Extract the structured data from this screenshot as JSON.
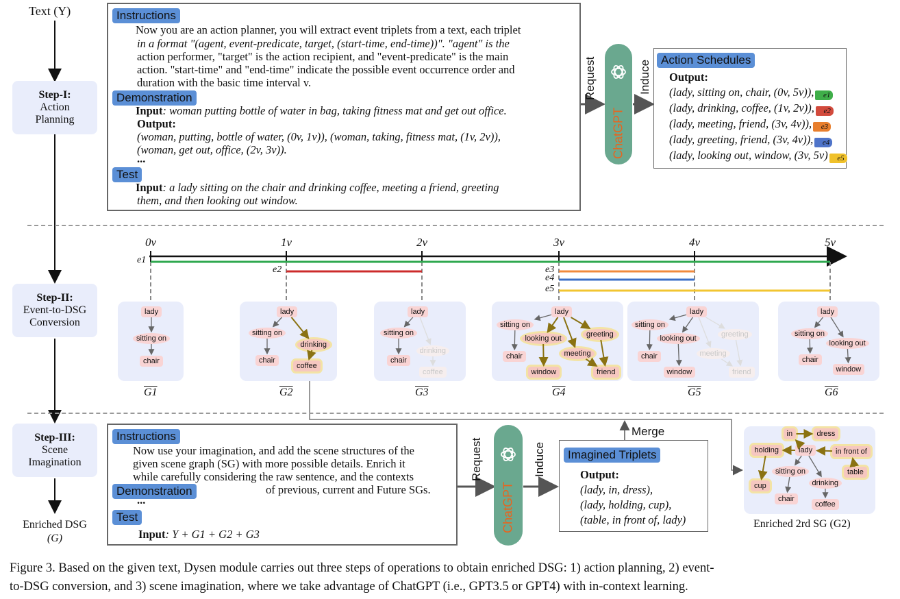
{
  "left_labels": {
    "text_y": "Text (Y)",
    "enriched_dsg": "Enriched DSG",
    "enriched_dsg_sym": "(G)"
  },
  "steps": [
    {
      "title": "Step-I:",
      "name_line1": "Action",
      "name_line2": "Planning"
    },
    {
      "title": "Step-II:",
      "name_line1": "Event-to-DSG",
      "name_line2": "Conversion"
    },
    {
      "title": "Step-III:",
      "name_line1": "Scene",
      "name_line2": "Imagination"
    }
  ],
  "step1": {
    "instructions_tag": "Instructions",
    "instructions_lines": [
      "Now you are an action planner, you will extract event triplets from a text, each triplet",
      "in a format \"(agent, event-predicate, target, (start-time, end-time))\". \"agent\" is the",
      "action performer, \"target\" is the action recipient, and \"event-predicate\" is the main",
      "action. \"start-time\" and \"end-time\" indicate the possible event occurrence order and",
      "duration with the basic time interval v."
    ],
    "demonstration_tag": "Demonstration",
    "demo_input_label": "Input",
    "demo_input": ": woman putting bottle of water in bag, taking fitness mat and get out office.",
    "demo_output_label": "Output",
    "demo_output_line1": "(woman, putting, bottle of water, (0v, 1v)),   (woman, taking, fitness mat, (1v, 2v)),",
    "demo_output_line2": "(woman, get out, office, (2v, 3v)).",
    "ellipsis": "...",
    "test_tag": "Test",
    "test_input_label": "Input",
    "test_input_line1": ": a lady sitting on the chair and drinking coffee, meeting a friend, greeting",
    "test_input_line2": "them, and then looking out window."
  },
  "arrows": {
    "request": "Request",
    "induce": "Induce",
    "chatgpt": "ChatGPT",
    "merge": "Merge"
  },
  "action_schedules": {
    "tag": "Action Schedules",
    "output_label": "Output",
    "rows": [
      {
        "text": "(lady, sitting on, chair, (0v, 5v)),",
        "event": "e1",
        "color": "#3fae49"
      },
      {
        "text": "(lady, drinking, coffee, (1v, 2v)),",
        "event": "e2",
        "color": "#d24a3c"
      },
      {
        "text": "(lady, meeting, friend, (3v, 4v)),",
        "event": "e3",
        "color": "#e87f2e"
      },
      {
        "text": "(lady, greeting, friend, (3v, 4v)),",
        "event": "e4",
        "color": "#4f74c9"
      },
      {
        "text": "(lady, looking out, window, (3v, 5v)",
        "event": "e5",
        "color": "#f0c12a"
      }
    ]
  },
  "timeline": {
    "ticks": [
      "0v",
      "1v",
      "2v",
      "3v",
      "4v",
      "5v"
    ],
    "events": [
      "e1",
      "e2",
      "e3",
      "e4",
      "e5"
    ],
    "colors": {
      "e1": "#2fa84f",
      "e2": "#cc2b2b",
      "e3": "#f08a3c",
      "e4": "#3b6fc7",
      "e5": "#f2c531"
    }
  },
  "graphs": {
    "labels": [
      "G1",
      "G2",
      "G3",
      "G4",
      "G5",
      "G6"
    ],
    "nodes": {
      "lady": "lady",
      "sitting_on": "sitting on",
      "chair": "chair",
      "drinking": "drinking",
      "coffee": "coffee",
      "looking_out": "looking out",
      "greeting": "greeting",
      "meeting": "meeting",
      "window": "window",
      "friend": "friend",
      "in": "in",
      "dress": "dress",
      "holding": "holding",
      "in_front_of": "in front of",
      "table": "table",
      "cup": "cup"
    },
    "enriched_label": "Enriched 2rd SG (G2)"
  },
  "step3": {
    "instructions_tag": "Instructions",
    "instructions_lines": [
      "Now use your imagination, and add the scene structures of the",
      "given scene graph (SG) with more possible details. Enrich it",
      "while carefully considering the raw sentence, and the contexts",
      "of previous, current and Future SGs."
    ],
    "demonstration_tag": "Demonstration",
    "ellipsis": "...",
    "test_tag": "Test",
    "input_label": "Input",
    "input_formula": ":   Y   + G1 + G2 + G3"
  },
  "imagined": {
    "tag": "Imagined Triplets",
    "output_label": "Output",
    "lines": [
      "(lady, in, dress),",
      "(lady, holding, cup),",
      "(table, in front of, lady)"
    ]
  },
  "caption": {
    "line1": "Figure 3. Based on the given text, Dysen module carries out three steps of operations to obtain enriched DSG: 1) action planning, 2) event-",
    "line2": "to-DSG conversion, and 3) scene imagination, where we take advantage of ChatGPT (i.e., GPT3.5 or GPT4) with in-context learning."
  }
}
